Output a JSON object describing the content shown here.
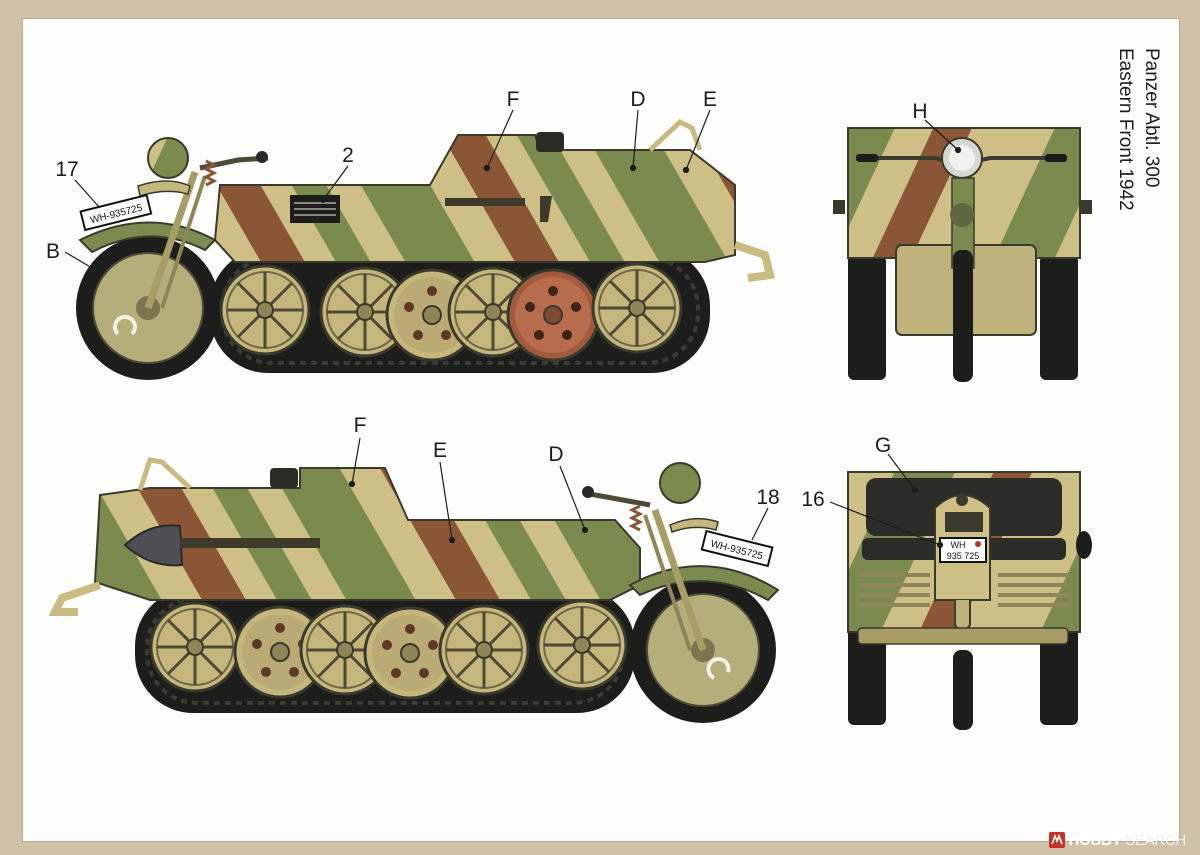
{
  "title": {
    "line1": "Panzer Abtl. 300",
    "line2": "Eastern Front 1942"
  },
  "callouts": {
    "side_left": {
      "f": "F",
      "d": "D",
      "e": "E",
      "two": "2",
      "seventeen": "17",
      "b": "B"
    },
    "front": {
      "h": "H"
    },
    "side_right": {
      "f": "F",
      "e": "E",
      "d": "D",
      "eighteen": "18"
    },
    "rear": {
      "g": "G",
      "sixteen": "16"
    }
  },
  "plates": {
    "side_left": "WH-935725",
    "side_right": "WH-935725",
    "rear_top": "WH",
    "rear_bottom": "935 725"
  },
  "watermark": {
    "part1": "HOBBY",
    "part2": "SEARCH"
  },
  "colors": {
    "sand": "#cdbf86",
    "green": "#7b8b4f",
    "brown": "#8b5636",
    "track": "#1d1d1b",
    "background": "#fdfdfb"
  }
}
